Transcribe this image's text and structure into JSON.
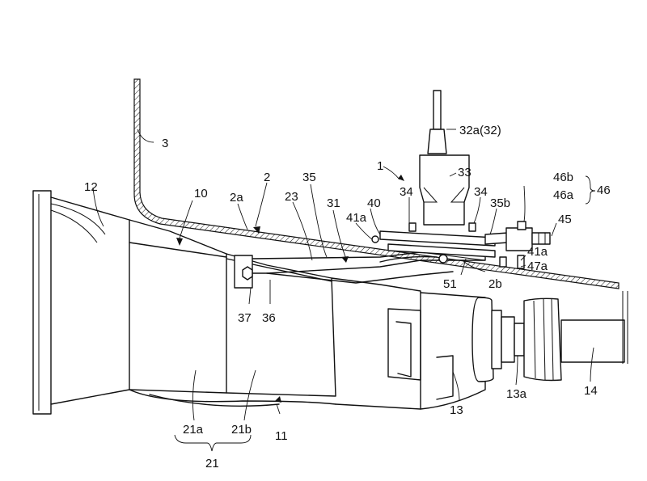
{
  "labels": {
    "l1": "1",
    "l2": "2",
    "l2a": "2a",
    "l2b": "2b",
    "l3": "3",
    "l10": "10",
    "l11": "11",
    "l12": "12",
    "l13": "13",
    "l13a": "13a",
    "l14": "14",
    "l21": "21",
    "l21a": "21a",
    "l21b": "21b",
    "l23": "23",
    "l31": "31",
    "l32a": "32a(32)",
    "l33": "33",
    "l34a": "34",
    "l34b": "34",
    "l35": "35",
    "l35b": "35b",
    "l36": "36",
    "l37": "37",
    "l40": "40",
    "l41a_left": "41a",
    "l41a_right": "41a",
    "l45": "45",
    "l46": "46",
    "l46a": "46a",
    "l46b": "46b",
    "l47a": "47a",
    "l51": "51"
  }
}
